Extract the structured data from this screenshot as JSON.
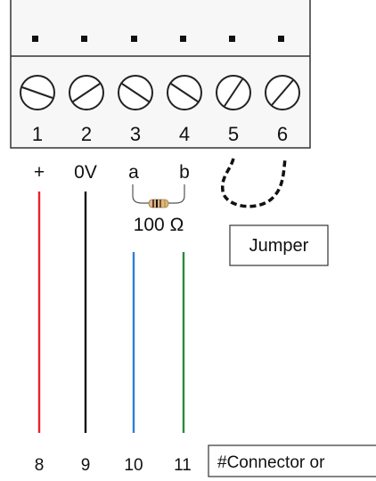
{
  "terminal_block": {
    "terminals": [
      {
        "number": "1",
        "label": "+"
      },
      {
        "number": "2",
        "label": "0V"
      },
      {
        "number": "3",
        "label": "a"
      },
      {
        "number": "4",
        "label": "b"
      },
      {
        "number": "5",
        "label": ""
      },
      {
        "number": "6",
        "label": ""
      }
    ]
  },
  "resistor": {
    "value_label": "100 Ω"
  },
  "jumper": {
    "label": "Jumper"
  },
  "wires": [
    {
      "number": "8",
      "color": "#e8242c"
    },
    {
      "number": "9",
      "color": "#111111"
    },
    {
      "number": "10",
      "color": "#2f7fd6"
    },
    {
      "number": "11",
      "color": "#2a8a3a"
    }
  ],
  "connector": {
    "label": "#Connector or"
  },
  "colors": {
    "block_fill": "#f7f7f7",
    "block_stroke": "#333333",
    "resistor_body": "#d9b98a"
  }
}
